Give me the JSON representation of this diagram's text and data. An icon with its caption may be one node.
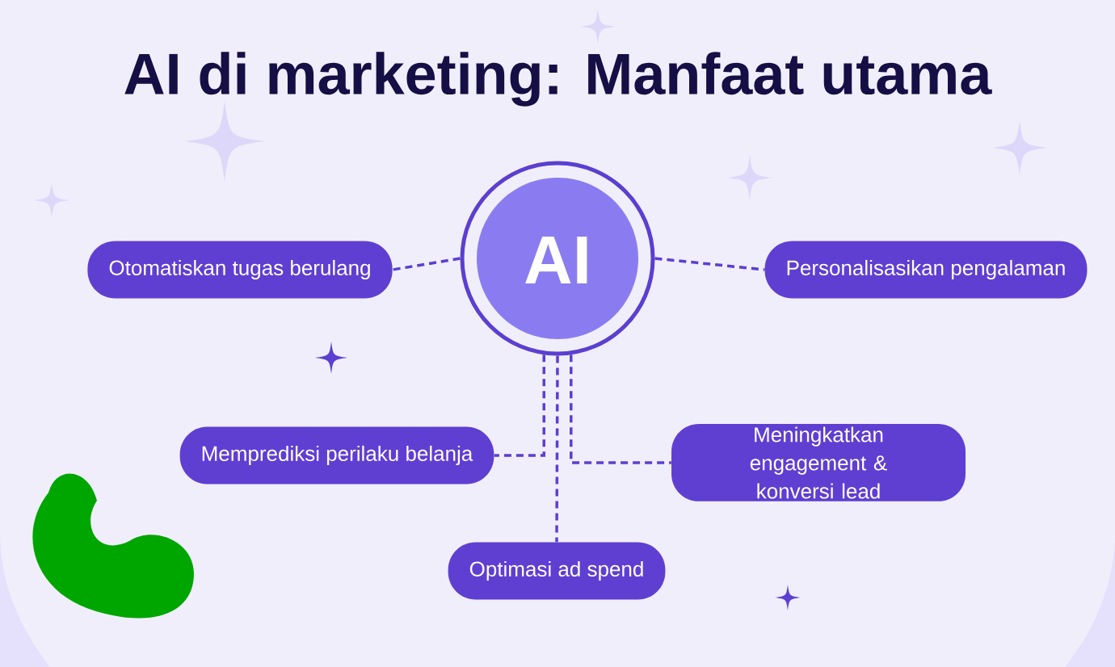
{
  "diagram": {
    "title": "AI di marketing: Manfaat utama",
    "nodes": [
      {
        "text": [
          "AI"
        ]
      },
      {
        "text": [
          "Otomatiskan tugas berulang"
        ]
      },
      {
        "text": [
          "Personalisasikan pengalaman"
        ]
      },
      {
        "text": [
          "Memprediksi perilaku belanja"
        ]
      },
      {
        "text": [
          "Meningkatkan engagement & konversi lead"
        ]
      },
      {
        "text": [
          "Optimasi ad spend"
        ]
      }
    ],
    "edges": [
      {
        "from": 0,
        "to": 1,
        "arrow": "none",
        "style": "dashed"
      },
      {
        "from": 0,
        "to": 2,
        "arrow": "none",
        "style": "dashed"
      },
      {
        "from": 0,
        "to": 3,
        "arrow": "none",
        "style": "dashed"
      },
      {
        "from": 0,
        "to": 4,
        "arrow": "none",
        "style": "dashed"
      },
      {
        "from": 0,
        "to": 5,
        "arrow": "none",
        "style": "dashed"
      }
    ]
  }
}
